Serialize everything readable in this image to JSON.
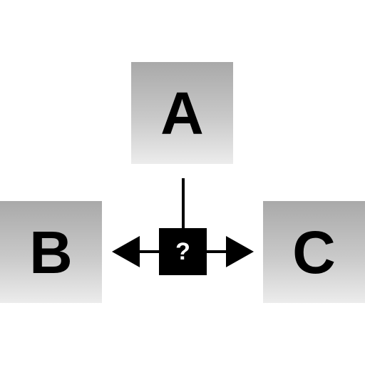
{
  "diagram": {
    "nodes": [
      {
        "id": "A",
        "label": "A"
      },
      {
        "id": "B",
        "label": "B"
      },
      {
        "id": "C",
        "label": "C"
      }
    ],
    "center": {
      "label": "?"
    },
    "edges": [
      {
        "from": "A",
        "to": "center",
        "style": "line"
      },
      {
        "from": "center",
        "to": "B",
        "style": "arrow"
      },
      {
        "from": "center",
        "to": "C",
        "style": "arrow"
      }
    ],
    "colors": {
      "box_gradient_top": "#a9a9a9",
      "box_gradient_bottom": "#ececec",
      "ink": "#000000",
      "background": "#ffffff"
    }
  }
}
